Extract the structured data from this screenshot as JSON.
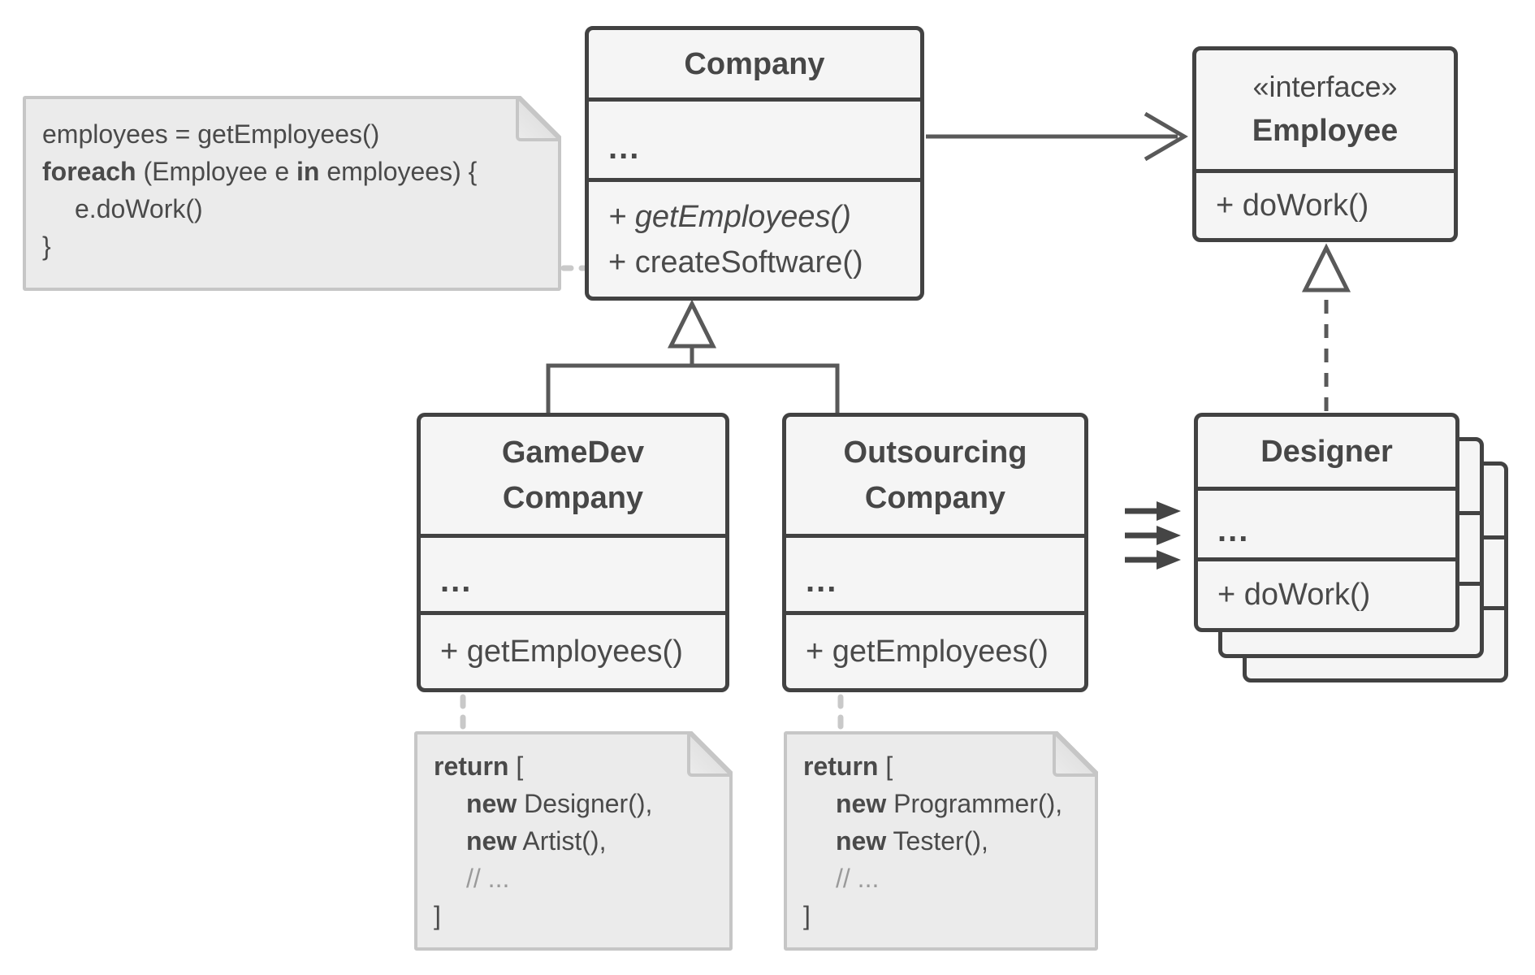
{
  "colors": {
    "class_fill": "#f5f5f5",
    "class_border": "#424242",
    "text": "#4a4a4a",
    "relation_line": "#595959",
    "return_arrow": "#454545",
    "note_fill": "#ebebeb",
    "note_border": "#c6c6c6",
    "note_connector": "#c9c9c9",
    "comment_text": "#9a9a9a"
  },
  "classes": {
    "company": {
      "title": "Company",
      "attrs": "...",
      "abstract_method": "+ getEmployees()",
      "method": "+ createSoftware()"
    },
    "employee": {
      "stereotype": "«interface»",
      "title": "Employee",
      "method": "+ doWork()"
    },
    "gamedev": {
      "title_line1": "GameDev",
      "title_line2": "Company",
      "attrs": "...",
      "method": "+ getEmployees()"
    },
    "outsourcing": {
      "title_line1": "Outsourcing",
      "title_line2": "Company",
      "attrs": "...",
      "method": "+ getEmployees()"
    },
    "designer": {
      "title": "Designer",
      "attrs": "...",
      "method": "+ doWork()"
    }
  },
  "notes": {
    "client_code": {
      "lines": [
        {
          "runs": [
            {
              "t": "employees = getEmployees()"
            }
          ]
        },
        {
          "runs": [
            {
              "t": "foreach",
              "b": true
            },
            {
              "t": " (Employee e "
            },
            {
              "t": "in",
              "b": true
            },
            {
              "t": " employees) {"
            }
          ]
        },
        {
          "indent": 1,
          "runs": [
            {
              "t": "e.doWork()"
            }
          ]
        },
        {
          "runs": [
            {
              "t": "}"
            }
          ]
        }
      ]
    },
    "gamedev_return": {
      "lines": [
        {
          "runs": [
            {
              "t": "return",
              "b": true
            },
            {
              "t": " ["
            }
          ]
        },
        {
          "indent": 1,
          "runs": [
            {
              "t": "new",
              "b": true
            },
            {
              "t": " Designer(),"
            }
          ]
        },
        {
          "indent": 1,
          "runs": [
            {
              "t": "new",
              "b": true
            },
            {
              "t": " Artist(),"
            }
          ]
        },
        {
          "indent": 1,
          "runs": [
            {
              "t": "// ...",
              "c": true
            }
          ]
        },
        {
          "runs": [
            {
              "t": "]"
            }
          ]
        }
      ]
    },
    "outsourcing_return": {
      "lines": [
        {
          "runs": [
            {
              "t": "return",
              "b": true
            },
            {
              "t": " ["
            }
          ]
        },
        {
          "indent": 1,
          "runs": [
            {
              "t": "new",
              "b": true
            },
            {
              "t": " Programmer(),"
            }
          ]
        },
        {
          "indent": 1,
          "runs": [
            {
              "t": "new",
              "b": true
            },
            {
              "t": " Tester(),"
            }
          ]
        },
        {
          "indent": 1,
          "runs": [
            {
              "t": "// ...",
              "c": true
            }
          ]
        },
        {
          "runs": [
            {
              "t": "]"
            }
          ]
        }
      ]
    }
  }
}
